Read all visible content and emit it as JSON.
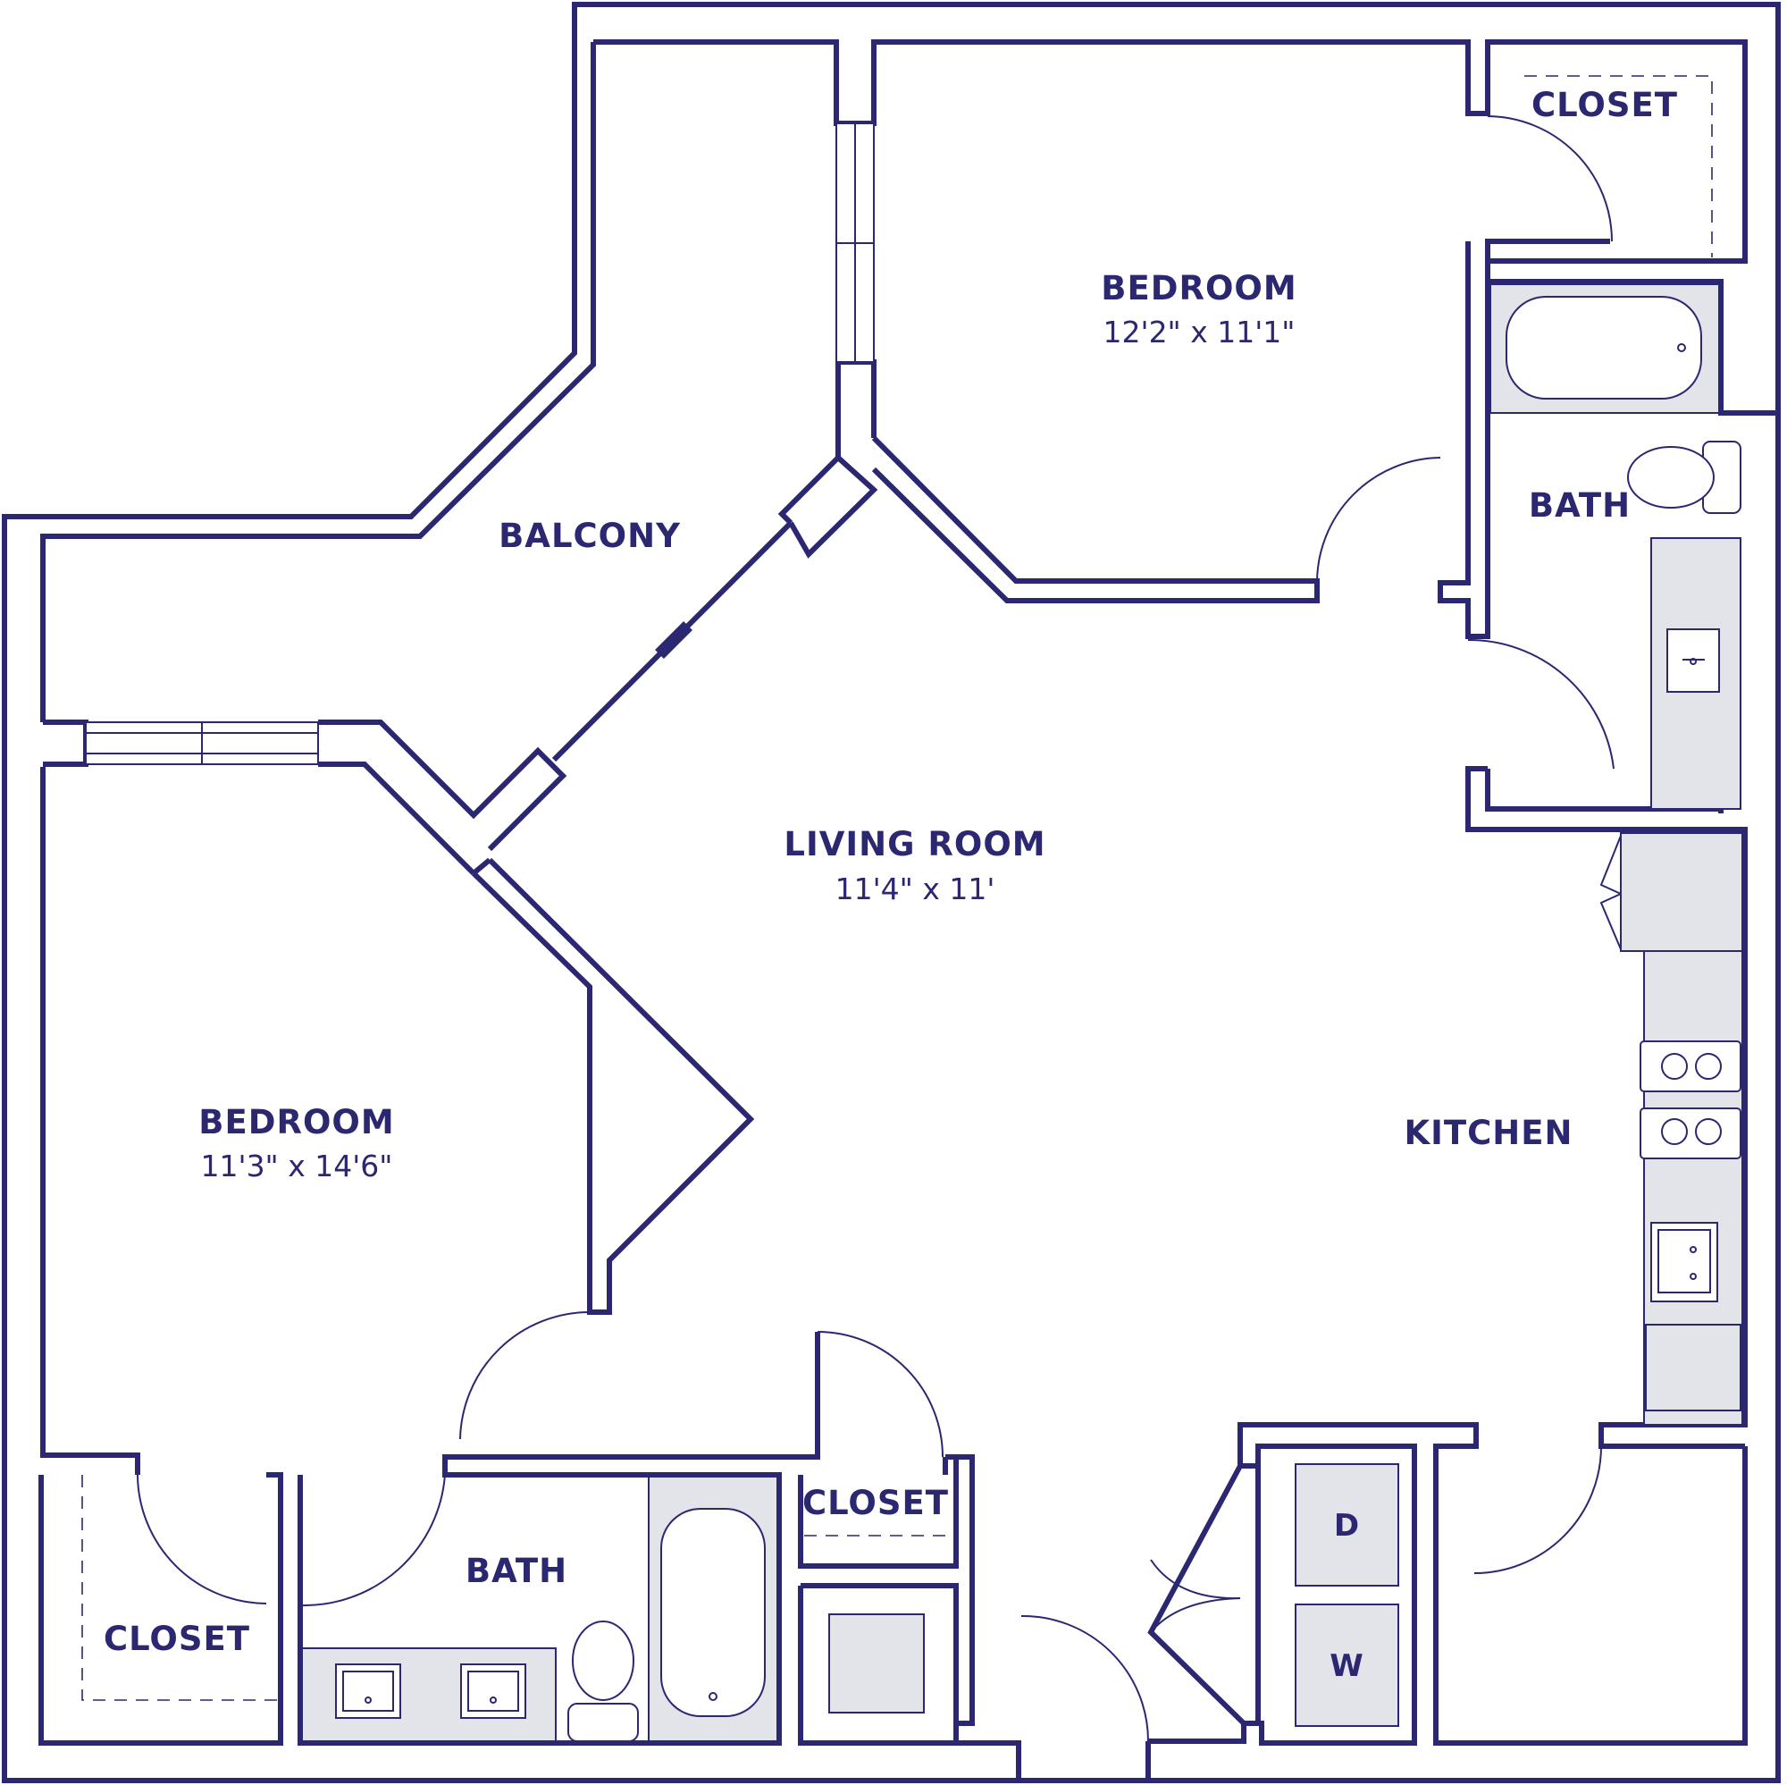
{
  "rooms": {
    "bedroom_top": {
      "label": "BEDROOM",
      "dimensions": "12'2\" x 11'1\""
    },
    "closet_top_right": {
      "label": "CLOSET"
    },
    "bath_right": {
      "label": "BATH"
    },
    "balcony": {
      "label": "BALCONY"
    },
    "living_room": {
      "label": "LIVING ROOM",
      "dimensions": "11'4\" x 11'"
    },
    "kitchen": {
      "label": "KITCHEN"
    },
    "bedroom_left": {
      "label": "BEDROOM",
      "dimensions": "11'3\" x 14'6\""
    },
    "closet_bottom_left": {
      "label": "CLOSET"
    },
    "bath_bottom": {
      "label": "BATH"
    },
    "closet_hall": {
      "label": "CLOSET"
    }
  },
  "appliances": {
    "dryer": {
      "label": "D"
    },
    "washer": {
      "label": "W"
    }
  },
  "colors": {
    "wall": "#2b2770",
    "fixture_fill": "#e3e3ea",
    "background": "#ffffff"
  }
}
